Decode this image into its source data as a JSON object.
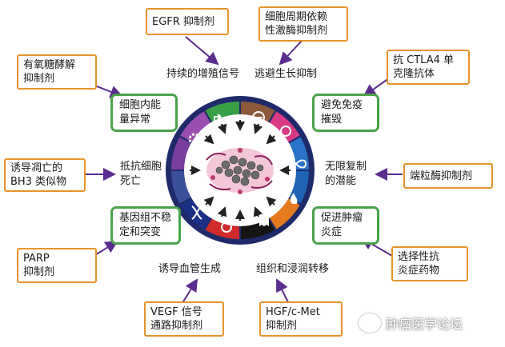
{
  "drugs": {
    "egfr": [
      "EGFR 抑制剂"
    ],
    "cdk": [
      "细胞周期依赖",
      "性激酶抑制剂"
    ],
    "glycolysis": [
      "有氧糖酵解",
      "抑制剂"
    ],
    "ctla4": [
      "抗 CTLA4 单",
      "克隆抗体"
    ],
    "bh3": [
      "诱导凋亡的",
      "BH3 类似物"
    ],
    "telomerase": [
      "端粒酶抑制剂"
    ],
    "parp": [
      "PARP",
      "抑制剂"
    ],
    "antiinflam": [
      "选择性抗",
      "炎症药物"
    ],
    "vegf": [
      "VEGF 信号",
      "通路抑制剂"
    ],
    "hgf": [
      "HGF/c-Met",
      "抑制剂"
    ]
  },
  "hallmarks": {
    "energetics": [
      "细胞内能",
      "量异常"
    ],
    "immune": [
      "避免免疫",
      "摧毁"
    ],
    "genome": [
      "基因组不稳",
      "定和突变"
    ],
    "inflammation": [
      "促进肿瘤",
      "炎症"
    ]
  },
  "labels": {
    "proliferation": "持续的增殖信号",
    "growth_suppressors": "逃避生长抑制",
    "cell_death": [
      "抵抗细胞",
      "死亡"
    ],
    "immortality": [
      "无限复制",
      "的潜能"
    ],
    "angiogenesis": "诱导血管生成",
    "metastasis": "组织和浸润转移"
  },
  "watermark": "肿瘤医学论坛",
  "colors": {
    "drug_border": "#e8932a",
    "hallmark_border": "#4aa34a",
    "arrow": "#5b2d8e",
    "ring_dark": "#1f2a6b"
  }
}
